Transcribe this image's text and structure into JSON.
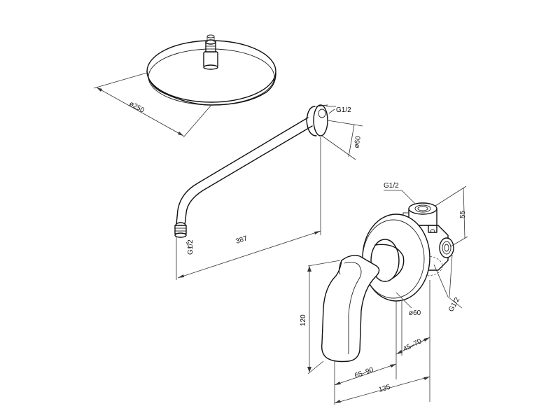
{
  "dimensions": {
    "head_diameter": "ø250",
    "arm_thread": "G1/2",
    "arm_flange_diameter": "ø60",
    "arm_length": "387",
    "arm_outlet_thread": "G1/2",
    "valve_top_thread": "G1/2",
    "valve_height_top": "55",
    "valve_side_thread": "G1/2",
    "trim_diameter": "ø60",
    "handle_height": "120",
    "depth_small": "45–70",
    "depth_mid": "65–90",
    "depth_total": "135"
  }
}
